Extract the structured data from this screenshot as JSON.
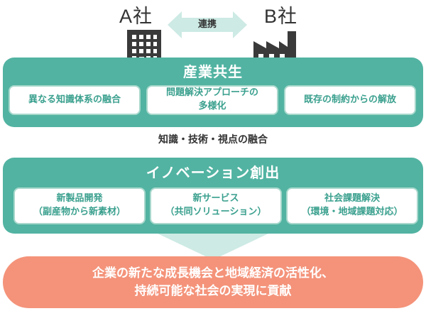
{
  "companies": {
    "a_label": "A社",
    "b_label": "B社",
    "link_label": "連携"
  },
  "industrial_symbiosis": {
    "title": "産業共生",
    "items": [
      "異なる知識体系の融合",
      "問題解決アプローチの\n多様化",
      "既存の制約からの解放"
    ]
  },
  "fusion_label": "知識・技術・視点の融合",
  "innovation": {
    "title": "イノベーション創出",
    "items": [
      "新製品開発\n（副産物から新素材）",
      "新サービス\n（共同ソリューション）",
      "社会課題解決\n（環境・地域課題対応）"
    ]
  },
  "result": {
    "text": "企業の新たな成長機会と地域経済の活性化、\n持続可能な社会の実現に貢献"
  },
  "colors": {
    "teal": "#52b3a2",
    "mint_arrow": "#cdeae4",
    "salmon": "#f4937a",
    "icon_dark": "#3a3a3a"
  }
}
